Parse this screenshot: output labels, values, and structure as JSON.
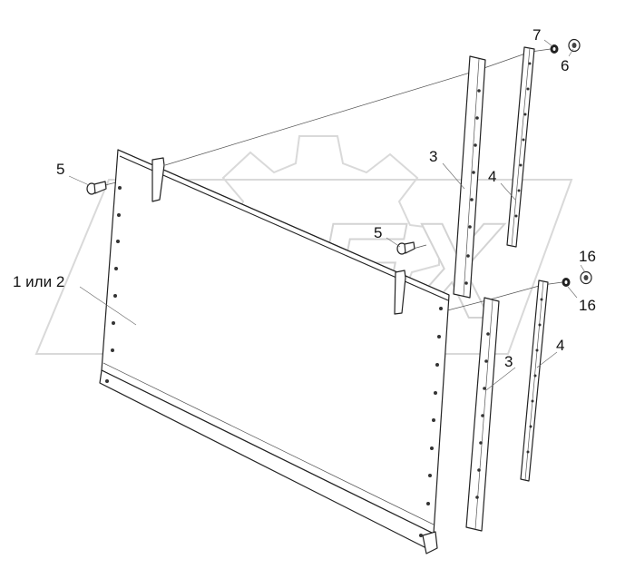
{
  "watermark": {
    "text": "OPEX"
  },
  "callouts": [
    {
      "id": "c-panel",
      "text": "1 или 2"
    },
    {
      "id": "c-bolt-left",
      "text": "5"
    },
    {
      "id": "c-bolt-mid",
      "text": "5"
    },
    {
      "id": "c-strip-upper",
      "text": "3"
    },
    {
      "id": "c-bar-upper",
      "text": "4"
    },
    {
      "id": "c-strip-lower",
      "text": "3"
    },
    {
      "id": "c-bar-lower",
      "text": "4"
    },
    {
      "id": "c-washer-upper",
      "text": "7"
    },
    {
      "id": "c-nut-upper",
      "text": "6"
    },
    {
      "id": "c-nut-lower",
      "text": "16"
    },
    {
      "id": "c-washer-lower",
      "text": "16"
    }
  ]
}
